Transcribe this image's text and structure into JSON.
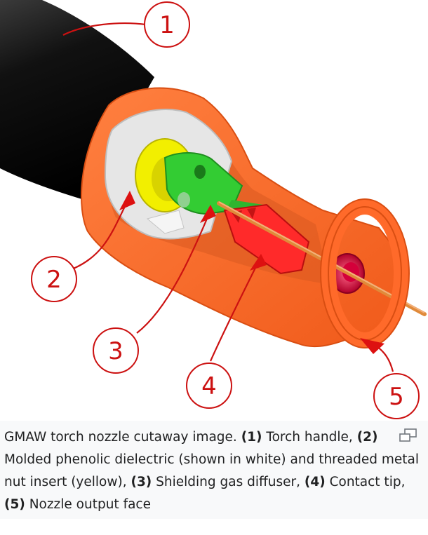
{
  "callouts": [
    "1",
    "2",
    "3",
    "4",
    "5"
  ],
  "caption": {
    "intro": "GMAW torch nozzle cutaway image.",
    "items": [
      {
        "num": "(1)",
        "text": "Torch handle,"
      },
      {
        "num": "(2)",
        "text": "Molded phenolic dielectric (shown in white) and threaded metal nut insert (yellow),"
      },
      {
        "num": "(3)",
        "text": "Shielding gas diffuser,"
      },
      {
        "num": "(4)",
        "text": "Contact tip,"
      },
      {
        "num": "(5)",
        "text": "Nozzle output face"
      }
    ]
  },
  "icons": {
    "enlarge": "enlarge-icon"
  },
  "colors": {
    "handle": "#0b0b0b",
    "nozzle": "#ff6a2a",
    "insert": "#e9e400",
    "diffuser": "#33cc33",
    "tip": "#ff2a2a",
    "wire": "#e08a3a",
    "callout": "#cc1111"
  }
}
